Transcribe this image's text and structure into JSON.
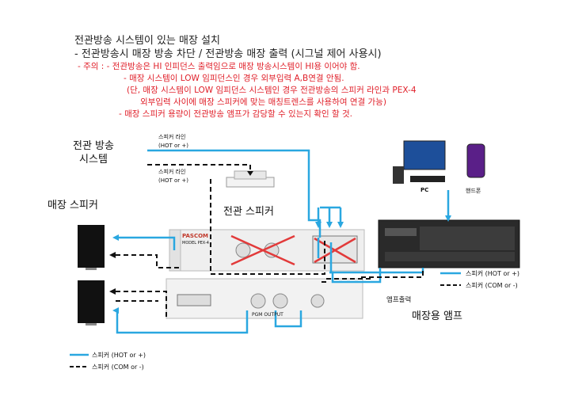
{
  "header": {
    "title": "전관방송 시스템이 있는 매장 설치",
    "subtitle": "-   전관방송시 매장 방송 차단 / 전관방송 매장 출력 (시그널 제어 사용시)"
  },
  "notes": [
    "-   주의 : - 전관방송은 HI 인피던스 출력임으로 매장 방송시스템이 HI용 이어야 함.",
    "- 매장 시스템이 LOW 임피던스인 경우 외부입력 A,B연결 안됨.",
    "(단, 매장 시스템이 LOW 임피던스 시스템인 경우 전관방송의 스피커 라인과 PEX-4",
    "외부입력 사이에 매장 스피커에 맞는 매칭트렌스를 사용하여 연결 가능)",
    "- 매장 스피커 용량이 전관방송 앰프가 감당할 수 있는지 확인 할 것."
  ],
  "labels": {
    "central_system": "전관 방송\n시스템",
    "store_speaker": "매장 스피커",
    "central_speaker": "전관 스피커",
    "pc": "PC",
    "phone": "핸드폰",
    "amp_output": "앰프출력",
    "store_amp": "매장용 앰프",
    "speaker_line_1": "스피커 라인\n(HOT or +)",
    "speaker_line_2": "스피커 라인\n(HOT or +)",
    "brand": "PASCOM",
    "model": "MODEL PEX-4",
    "pgm_output": "PGM OUTPUT"
  },
  "legend_right": [
    {
      "style": "solid",
      "label": "스피커 (HOT or +)"
    },
    {
      "style": "dashed",
      "label": "스피커 (COM or -)"
    }
  ],
  "legend_left": [
    {
      "style": "solid",
      "label": "스피커 (HOT or +)"
    },
    {
      "style": "dashed",
      "label": "스피커 (COM or -)"
    }
  ],
  "colors": {
    "hot_wire": "#2aa7e0",
    "com_wire": "#111111",
    "note_red": "#e0202a",
    "cross_red": "#e23a3a"
  }
}
